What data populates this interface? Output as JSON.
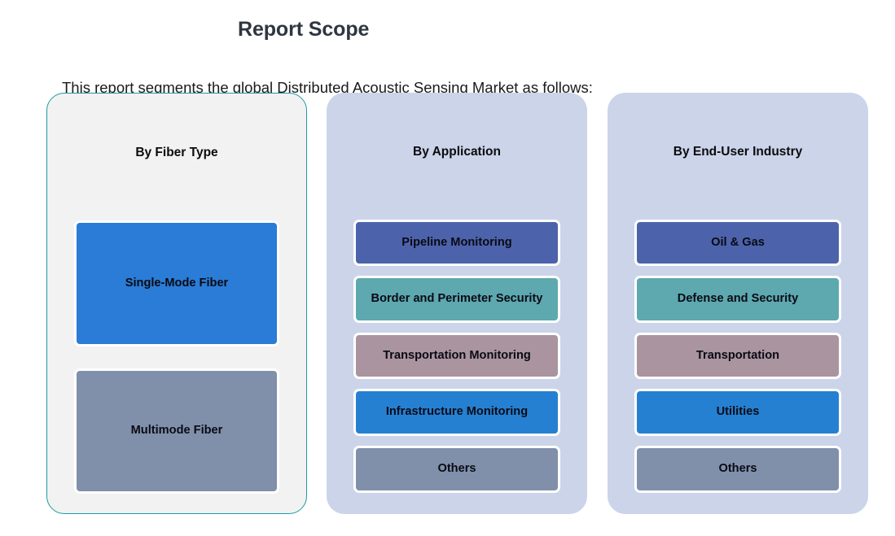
{
  "page": {
    "title": "Report Scope",
    "subtitle": "This report segments the global Distributed Acoustic Sensing Market as follows:",
    "title_color": "#2e3641",
    "background_color": "#ffffff"
  },
  "palette": {
    "indigo": "#4c63ab",
    "teal": "#5ea8b0",
    "mauve": "#a9949f",
    "bright_blue": "#2680d2",
    "slate": "#8090ab",
    "column_light": "#f2f2f2",
    "column_periwinkle": "#ccd4ea",
    "column_border_teal": "#1f9aa6",
    "box_border": "#ffffff",
    "label_text": "#0a0a14"
  },
  "columns": [
    {
      "title": "By Fiber Type",
      "background": "#f2f2f2",
      "border": "#1f9aa6",
      "items": [
        {
          "label": "Single-Mode Fiber",
          "color": "#2a7cd6"
        },
        {
          "label": "Multimode Fiber",
          "color": "#8090ab"
        }
      ]
    },
    {
      "title": "By Application",
      "background": "#ccd4ea",
      "border": "none",
      "items": [
        {
          "label": "Pipeline Monitoring",
          "color": "#4c63ab"
        },
        {
          "label": "Border and Perimeter Security",
          "color": "#5ea8b0"
        },
        {
          "label": "Transportation Monitoring",
          "color": "#a9949f"
        },
        {
          "label": "Infrastructure Monitoring",
          "color": "#2680d2"
        },
        {
          "label": "Others",
          "color": "#8090ab"
        }
      ]
    },
    {
      "title": "By End-User Industry",
      "background": "#ccd4ea",
      "border": "none",
      "items": [
        {
          "label": "Oil & Gas",
          "color": "#4c63ab"
        },
        {
          "label": "Defense and Security",
          "color": "#5ea8b0"
        },
        {
          "label": "Transportation",
          "color": "#a9949f"
        },
        {
          "label": "Utilities",
          "color": "#2680d2"
        },
        {
          "label": "Others",
          "color": "#8090ab"
        }
      ]
    }
  ]
}
